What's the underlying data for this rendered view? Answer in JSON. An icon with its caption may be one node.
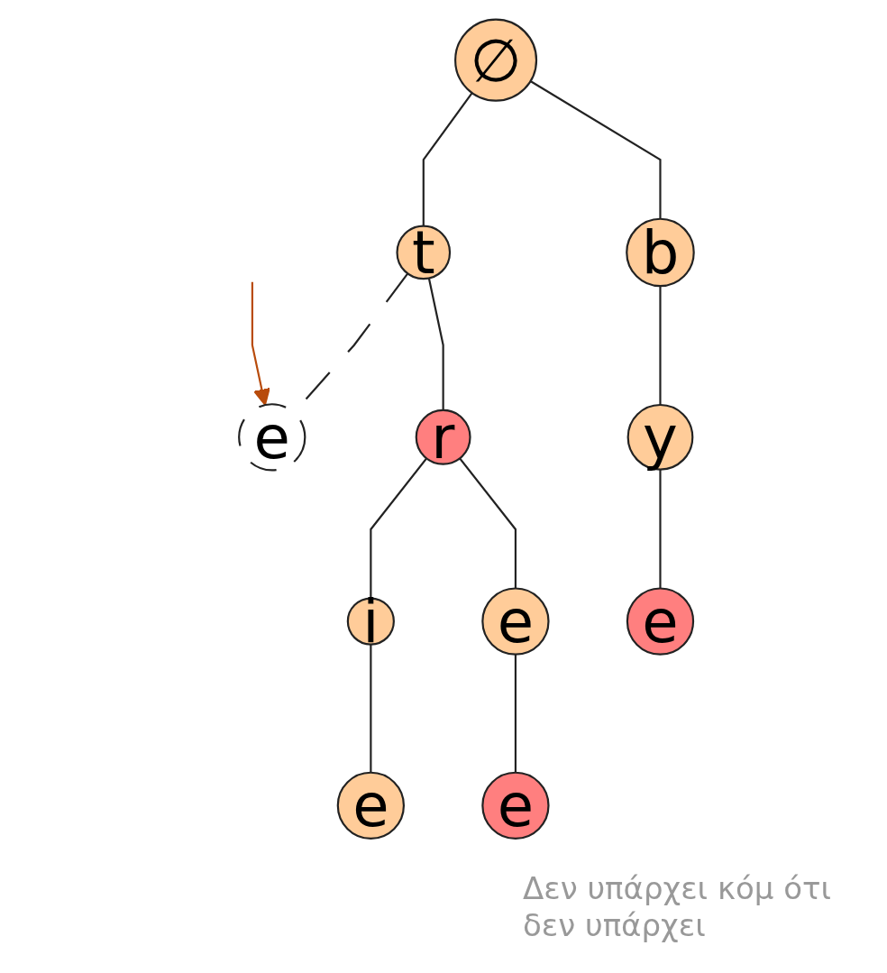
{
  "diagram": {
    "nodes": [
      {
        "text": [
          "∅"
        ]
      },
      {
        "text": [
          "t"
        ]
      },
      {
        "text": [
          "b"
        ]
      },
      {
        "text": [
          "e"
        ]
      },
      {
        "text": [
          "r"
        ]
      },
      {
        "text": [
          "y"
        ]
      },
      {
        "text": [
          "i"
        ]
      },
      {
        "text": [
          "e"
        ]
      },
      {
        "text": [
          "e"
        ]
      },
      {
        "text": [
          "e"
        ]
      },
      {
        "text": [
          "e"
        ]
      }
    ],
    "edges": [
      {
        "from": 0,
        "to": 1,
        "arrow": "none"
      },
      {
        "from": 0,
        "to": 2,
        "arrow": "none"
      },
      {
        "from": 1,
        "to": 3,
        "arrow": "none",
        "style": "dashed"
      },
      {
        "from": 1,
        "to": 4,
        "arrow": "none"
      },
      {
        "from": 2,
        "to": 5,
        "arrow": "none"
      },
      {
        "from": 4,
        "to": 6,
        "arrow": "none"
      },
      {
        "from": 4,
        "to": 7,
        "arrow": "none"
      },
      {
        "from": 5,
        "to": 8,
        "arrow": "none"
      },
      {
        "from": 6,
        "to": 9,
        "arrow": "none"
      },
      {
        "from": 7,
        "to": 10,
        "arrow": "none"
      },
      {
        "from": null,
        "to": 3,
        "arrow": "to",
        "color": "#b84b0b"
      }
    ],
    "labels": [
      "Δεν υπάρχει κόμ ότι δεν υπάρχει"
    ]
  }
}
